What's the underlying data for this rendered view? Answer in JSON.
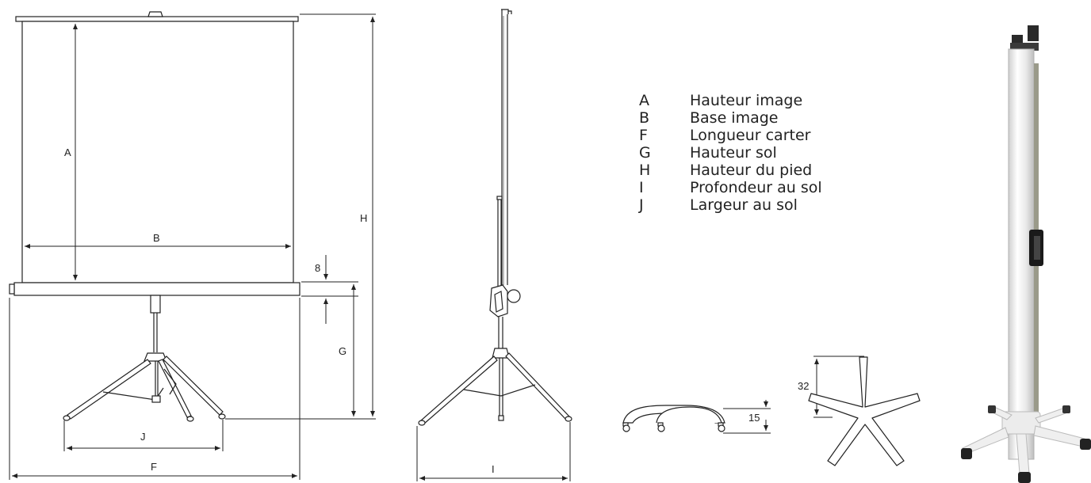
{
  "labels": {
    "A": "A",
    "B": "B",
    "H": "H",
    "G": "G",
    "J": "J",
    "F": "F",
    "I": "I",
    "eight": "8",
    "fifteen": "15",
    "thirtytwo": "32"
  },
  "legend": [
    {
      "key": "A",
      "text": "Hauteur image"
    },
    {
      "key": "B",
      "text": "Base image"
    },
    {
      "key": "F",
      "text": "Longueur carter"
    },
    {
      "key": "G",
      "text": "Hauteur sol"
    },
    {
      "key": "H",
      "text": "Hauteur du pied"
    },
    {
      "key": "I",
      "text": "Profondeur au sol"
    },
    {
      "key": "J",
      "text": "Largeur au sol"
    }
  ],
  "colors": {
    "line": "#222222",
    "photo_body": "#f2f2f2",
    "photo_dark": "#1a1a1a"
  }
}
